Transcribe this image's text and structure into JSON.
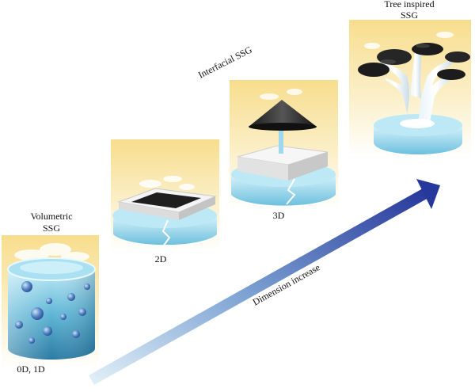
{
  "labels": {
    "volumetric": "Volumetric",
    "ssg_left": "SSG",
    "interfacial": "Interfacial SSG",
    "tree_inspired": "Tree inspired",
    "ssg_right": "SSG",
    "stage_0d_1d": "0D, 1D",
    "stage_2d": "2D",
    "stage_3d": "3D",
    "arrow": "Dimension increase"
  },
  "colors": {
    "panel_bg": "#f9e6a3",
    "water_light": "#c9eefb",
    "water_deep": "#2d7ea8",
    "absorber": "#2b2b2b",
    "arrow_start": "#d9ecf6",
    "arrow_end": "#2a3c9a"
  }
}
